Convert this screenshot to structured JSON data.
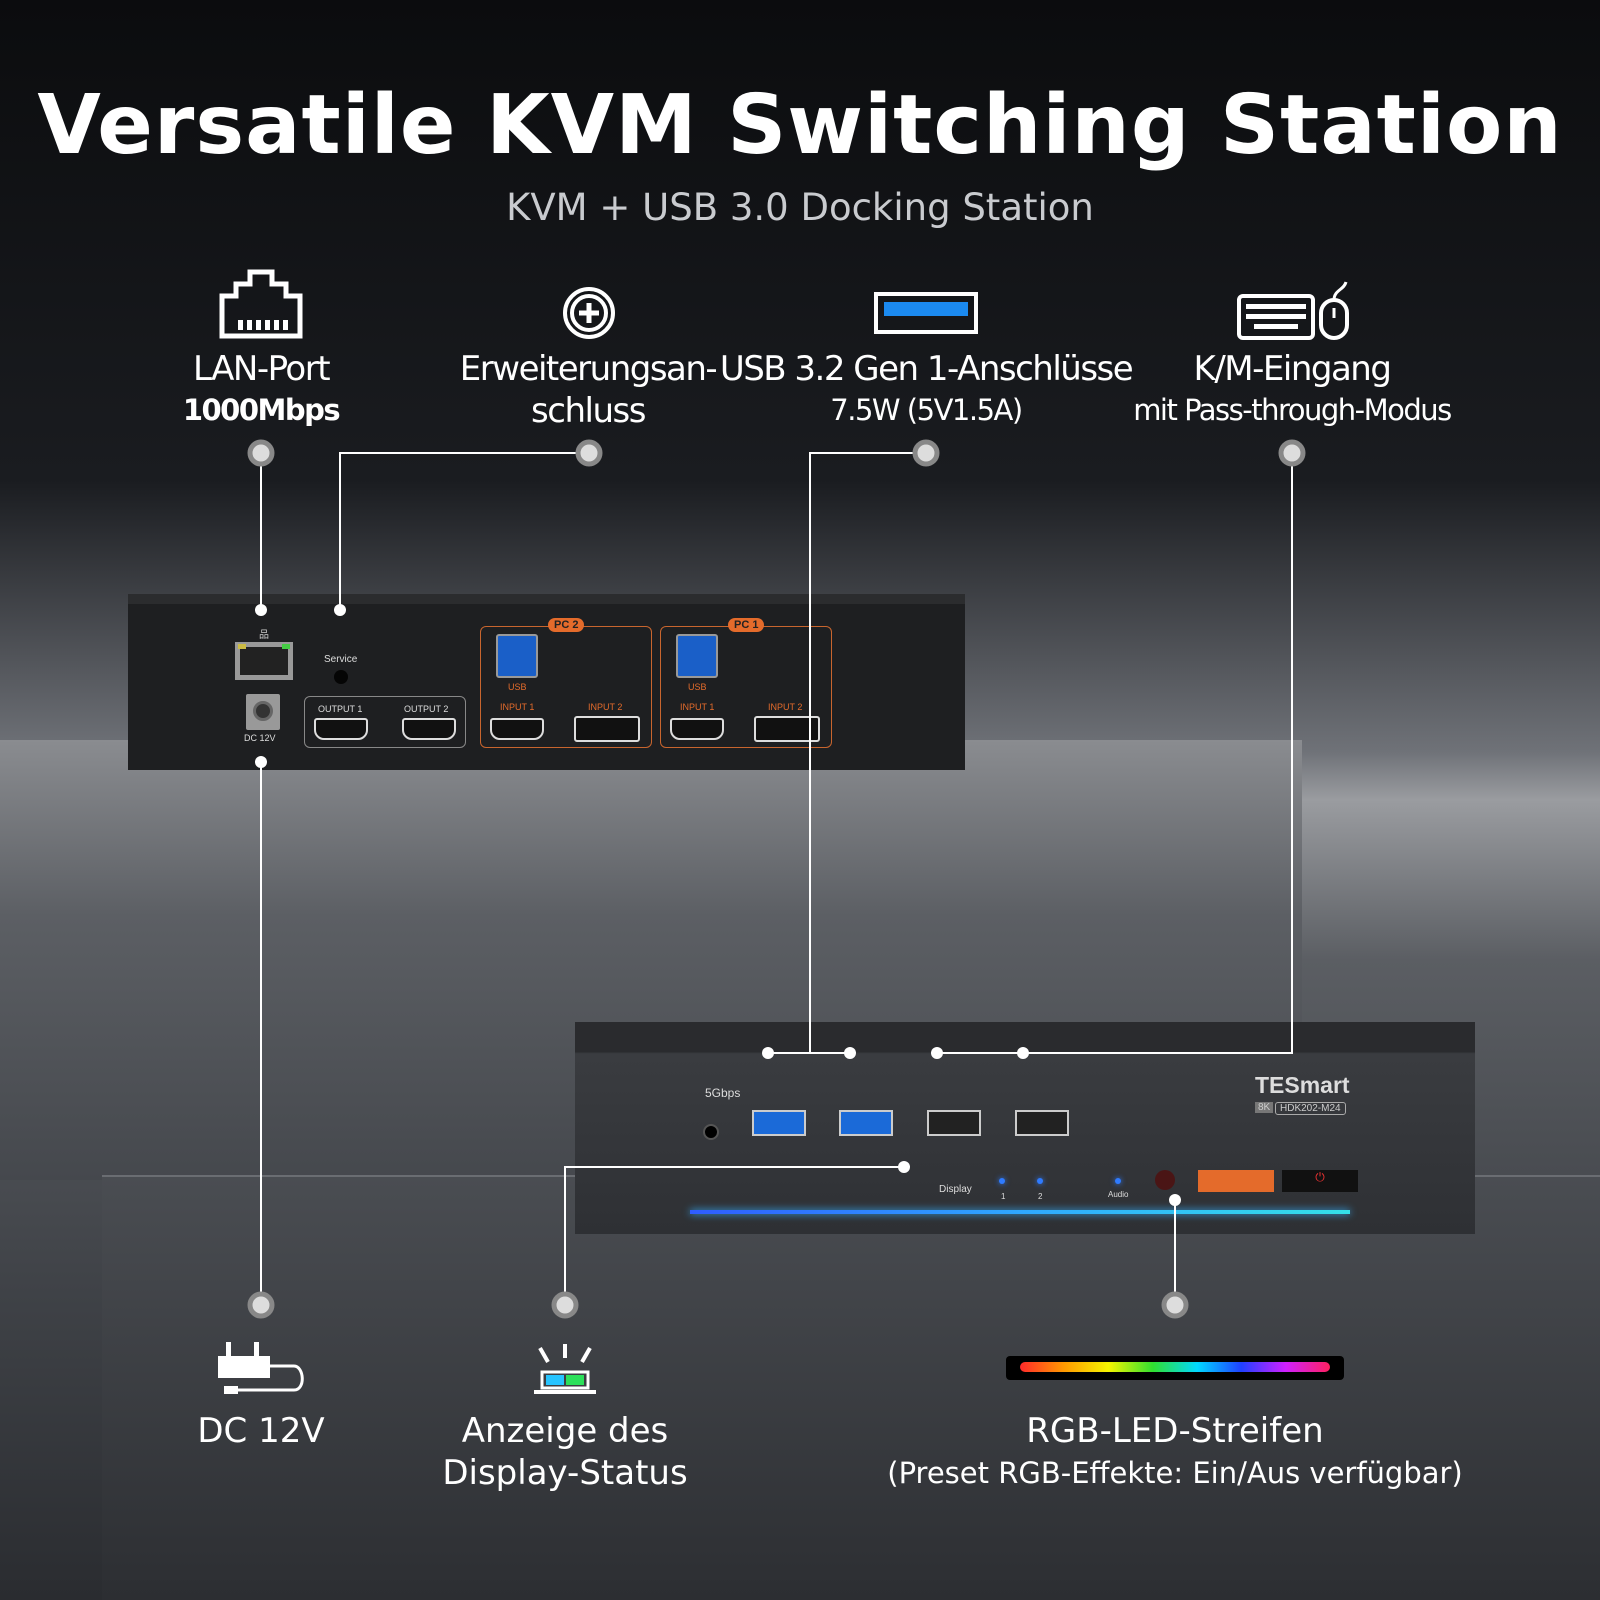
{
  "header": {
    "title": "Versatile KVM Switching Station",
    "subtitle": "KVM + USB 3.0 Docking Station"
  },
  "features_top": [
    {
      "icon": "lan-port-icon",
      "line1": "LAN-Port",
      "line2": "1000Mbps"
    },
    {
      "icon": "plus-circle-icon",
      "line1": "Erweiterungsan-",
      "line2": "schluss"
    },
    {
      "icon": "usb-port-icon",
      "line1": "USB 3.2 Gen 1-Anschlüsse",
      "line2": "7.5W (5V1.5A)"
    },
    {
      "icon": "keyboard-mouse-icon",
      "line1": "K/M-Eingang",
      "line2": "mit Pass-through-Modus"
    }
  ],
  "features_bottom": [
    {
      "icon": "power-adapter-icon",
      "line1": "DC 12V"
    },
    {
      "icon": "display-status-led-icon",
      "line1": "Anzeige des",
      "line2": "Display-Status"
    },
    {
      "icon": "rgb-strip-icon",
      "line1": "RGB-LED-Streifen",
      "line2": "(Preset RGB-Effekte: Ein/Aus verfügbar)"
    }
  ],
  "back_panel": {
    "service": "Service",
    "output1": "OUTPUT 1",
    "output2": "OUTPUT 2",
    "dc": "DC 12V",
    "pc2": "PC 2",
    "pc1": "PC 1",
    "usb": "USB",
    "input1": "INPUT 1",
    "input2": "INPUT 2"
  },
  "front_panel": {
    "speed": "5Gbps",
    "brand": "TESmart",
    "res": "8K",
    "model": "HDK202-M24",
    "display": "Display",
    "d1": "1",
    "d2": "2",
    "audio": "Audio"
  },
  "colors": {
    "accent_orange": "#e46b2b",
    "usb_blue": "#1b6ad8",
    "led_blue": "#2f7bff",
    "led_cyan": "#35e0e8"
  }
}
